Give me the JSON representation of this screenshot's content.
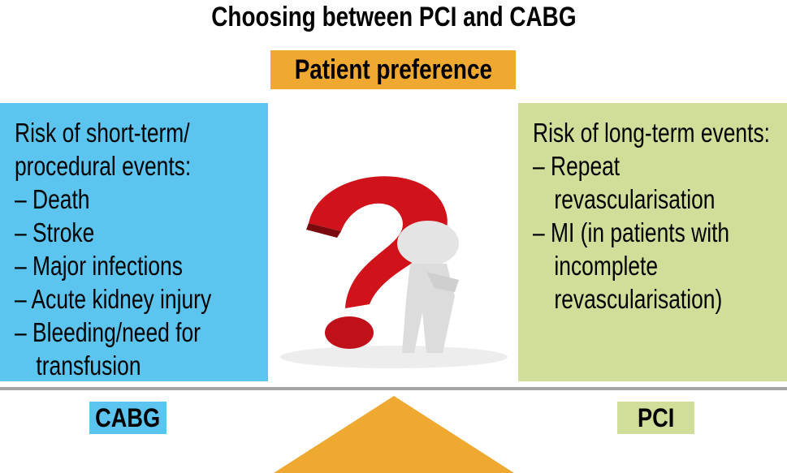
{
  "title": "Choosing between PCI and CABG",
  "center": {
    "label": "Patient preference",
    "image": "question-mark-person-icon"
  },
  "left_panel": {
    "heading_lines": [
      "Risk of short-term/",
      "procedural events:"
    ],
    "items": [
      [
        "– Death"
      ],
      [
        "– Stroke"
      ],
      [
        "– Major infections"
      ],
      [
        "– Acute kidney injury"
      ],
      [
        "– Bleeding/need for",
        "transfusion"
      ]
    ]
  },
  "right_panel": {
    "heading_lines": [
      "Risk of long-term events:"
    ],
    "items": [
      [
        "– Repeat",
        "revascularisation"
      ],
      [
        "– MI (in patients with",
        "incomplete",
        "revascularisation)"
      ]
    ]
  },
  "scale": {
    "left_label": "CABG",
    "right_label": "PCI"
  },
  "colors": {
    "blue": "#5BC5EF",
    "green": "#D0DE9A",
    "orange": "#EFA830",
    "red": "#D0121B"
  }
}
